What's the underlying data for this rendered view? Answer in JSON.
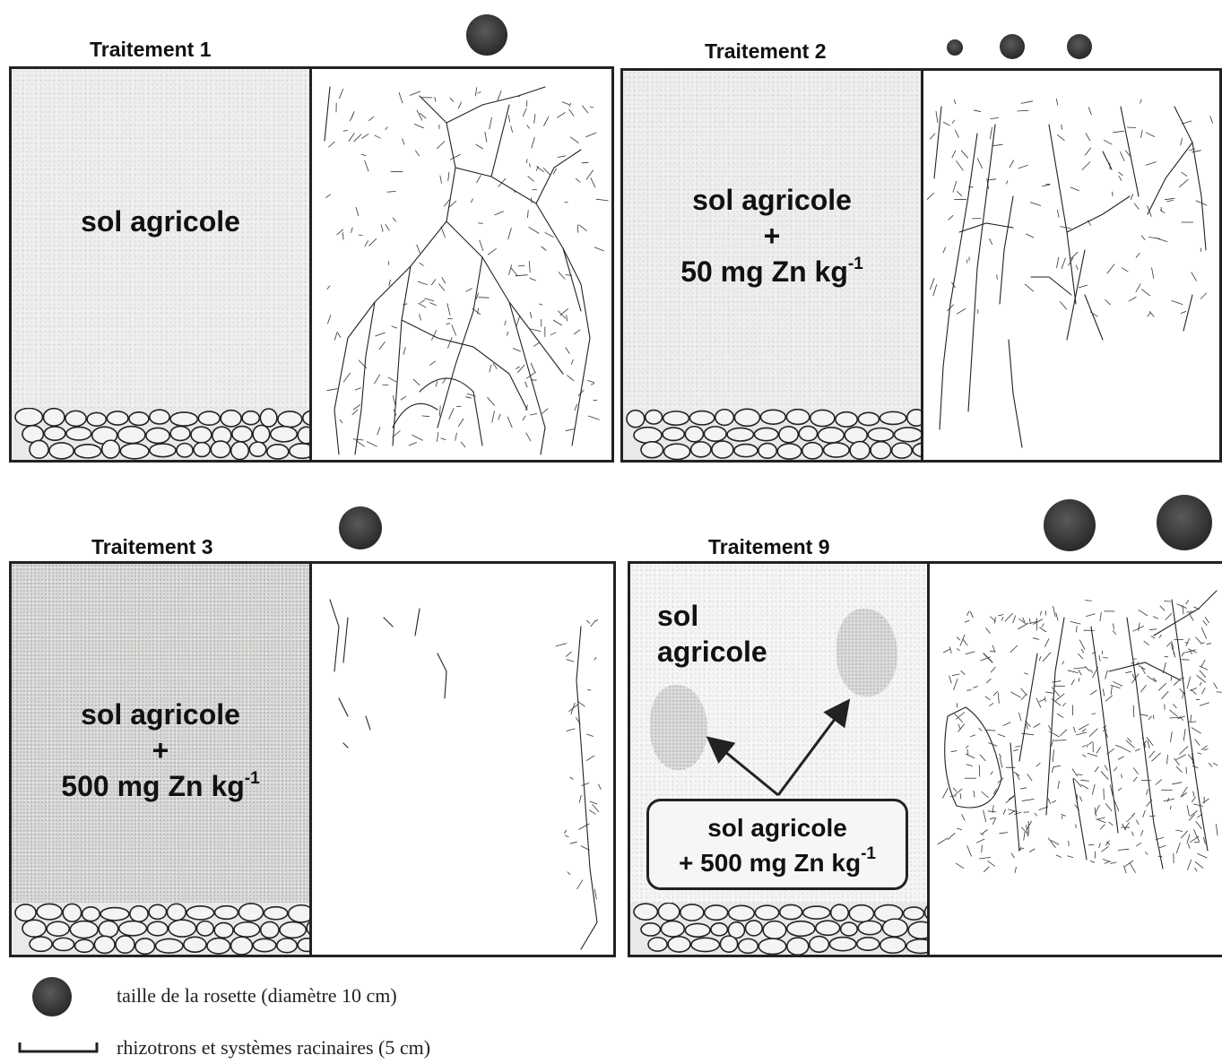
{
  "panels": [
    {
      "title": "Traitement 1",
      "soil_lines": [
        "sol agricole"
      ],
      "rosette_count": 1
    },
    {
      "title": "Traitement 2",
      "soil_lines": [
        "sol agricole",
        "+",
        "50 mg Zn kg",
        "-1"
      ],
      "rosette_count": 3
    },
    {
      "title": "Traitement 3",
      "soil_lines": [
        "sol agricole",
        "+",
        "500 mg Zn kg",
        "-1"
      ],
      "rosette_count": 1
    },
    {
      "title": "Traitement 9",
      "soil_lines": [
        "sol",
        "agricole"
      ],
      "inner_box_lines": [
        "sol agricole",
        "+ 500 mg Zn kg",
        "-1"
      ],
      "rosette_count": 2
    }
  ],
  "legend": {
    "rosette_text": "taille de la rosette (diamètre 10 cm)",
    "scale_text": "rhizotrons et systèmes racinaires (5 cm)"
  },
  "colors": {
    "rosette": "#333333",
    "line": "#222222"
  }
}
